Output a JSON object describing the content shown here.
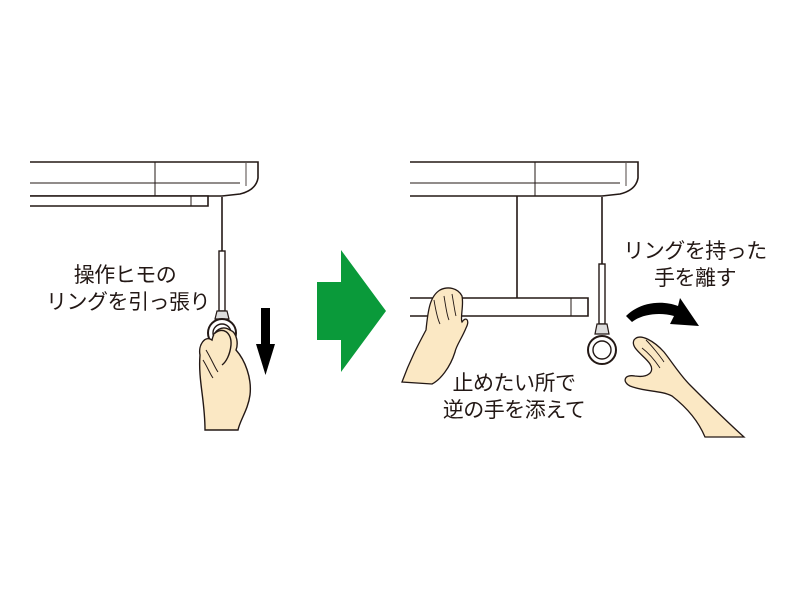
{
  "panels": [
    {
      "id": "step-1",
      "caption_lines": [
        "操作ヒモの",
        "リングを引っ張り"
      ],
      "arrow_direction": "down"
    },
    {
      "id": "step-2",
      "caption_left_lines": [
        "止めたい所で",
        "逆の手を添えて"
      ],
      "caption_right_lines": [
        "リングを持った",
        "手を離す"
      ],
      "arrow_direction": "curved-right"
    }
  ],
  "transition_arrow": {
    "direction": "right",
    "color": "#0a9a3a"
  },
  "colors": {
    "line": "#231815",
    "skin": "#fbe8c4",
    "arrow_black": "#000000"
  }
}
